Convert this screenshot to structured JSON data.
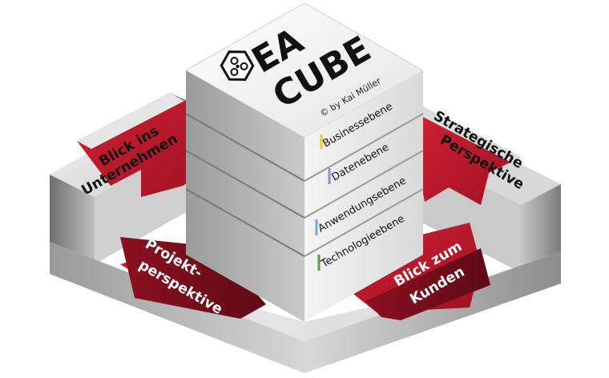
{
  "diagram": {
    "title_line1": "EA",
    "title_line2": "CUBE",
    "byline": "© by Kai Müller",
    "layers": [
      {
        "label": "Businessebene",
        "color": "#e6d22e"
      },
      {
        "label": "Datenebene",
        "color": "#a77fd4"
      },
      {
        "label": "Anwendungsebene",
        "color": "#7aa6d8"
      },
      {
        "label": "Technologieebene",
        "color": "#5f9c4c"
      }
    ],
    "perspectives": {
      "top_left": {
        "line1": "Blick ins",
        "line2": "Unternehmen"
      },
      "top_right": {
        "line1": "Strategische",
        "line2": "Perspektive"
      },
      "bottom_left": {
        "line1": "Projekt-",
        "line2": "perspektive"
      },
      "bottom_right": {
        "line1": "Blick zum",
        "line2": "Kunden"
      }
    },
    "colors": {
      "accent_red": "#c0172b",
      "dark_red": "#7d0f1d",
      "frame_grey": "#bdbdbd"
    }
  }
}
